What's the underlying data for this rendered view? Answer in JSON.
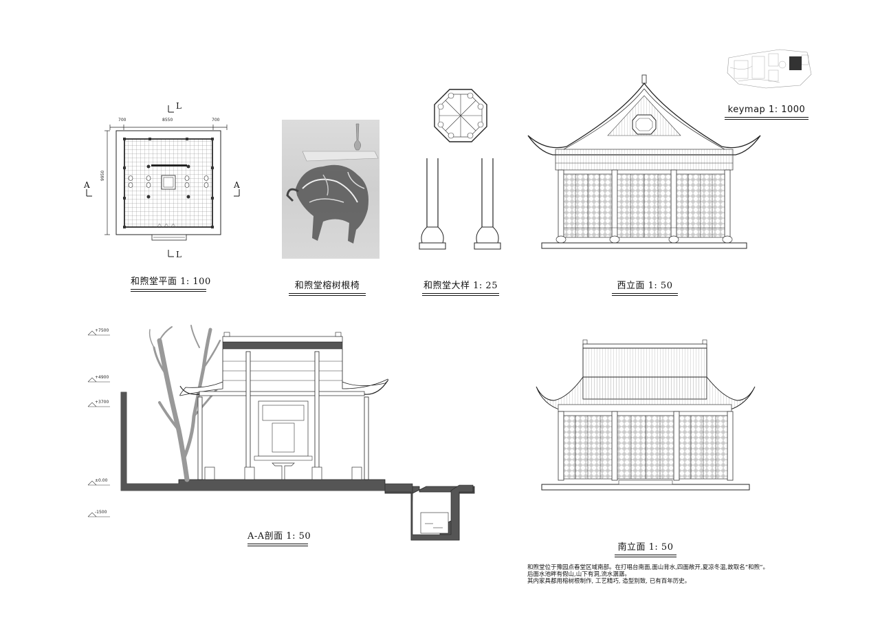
{
  "captions": {
    "plan": "和煦堂平面 1: 100",
    "chair": "和煦堂榕树根椅",
    "detail": "和煦堂大样 1: 25",
    "west": "西立面 1: 50",
    "keymap": "keymap 1: 1000",
    "section": "A-A剖面 1: 50",
    "south": "南立面 1: 50"
  },
  "plan_dims": {
    "left": "700",
    "middle": "8550",
    "right": "700",
    "vertical": "9950"
  },
  "section_marks": {
    "a_left": "A",
    "a_right": "A",
    "l_top": "L",
    "l_bottom": "L"
  },
  "levels": [
    "+7500",
    "+4900",
    "+3700",
    "±0.00",
    "-1500"
  ],
  "description": [
    "和煦堂位于豫园点春堂区域南部。在打唱台南面,面山背水,四面敞开,夏凉冬温,故取名“和煦”。",
    "后面水池畔有假山,山下有洞,流水潺潺。",
    "其内家具都用榕树根制作, 工艺精巧, 造型别致, 已有百年历史。"
  ]
}
